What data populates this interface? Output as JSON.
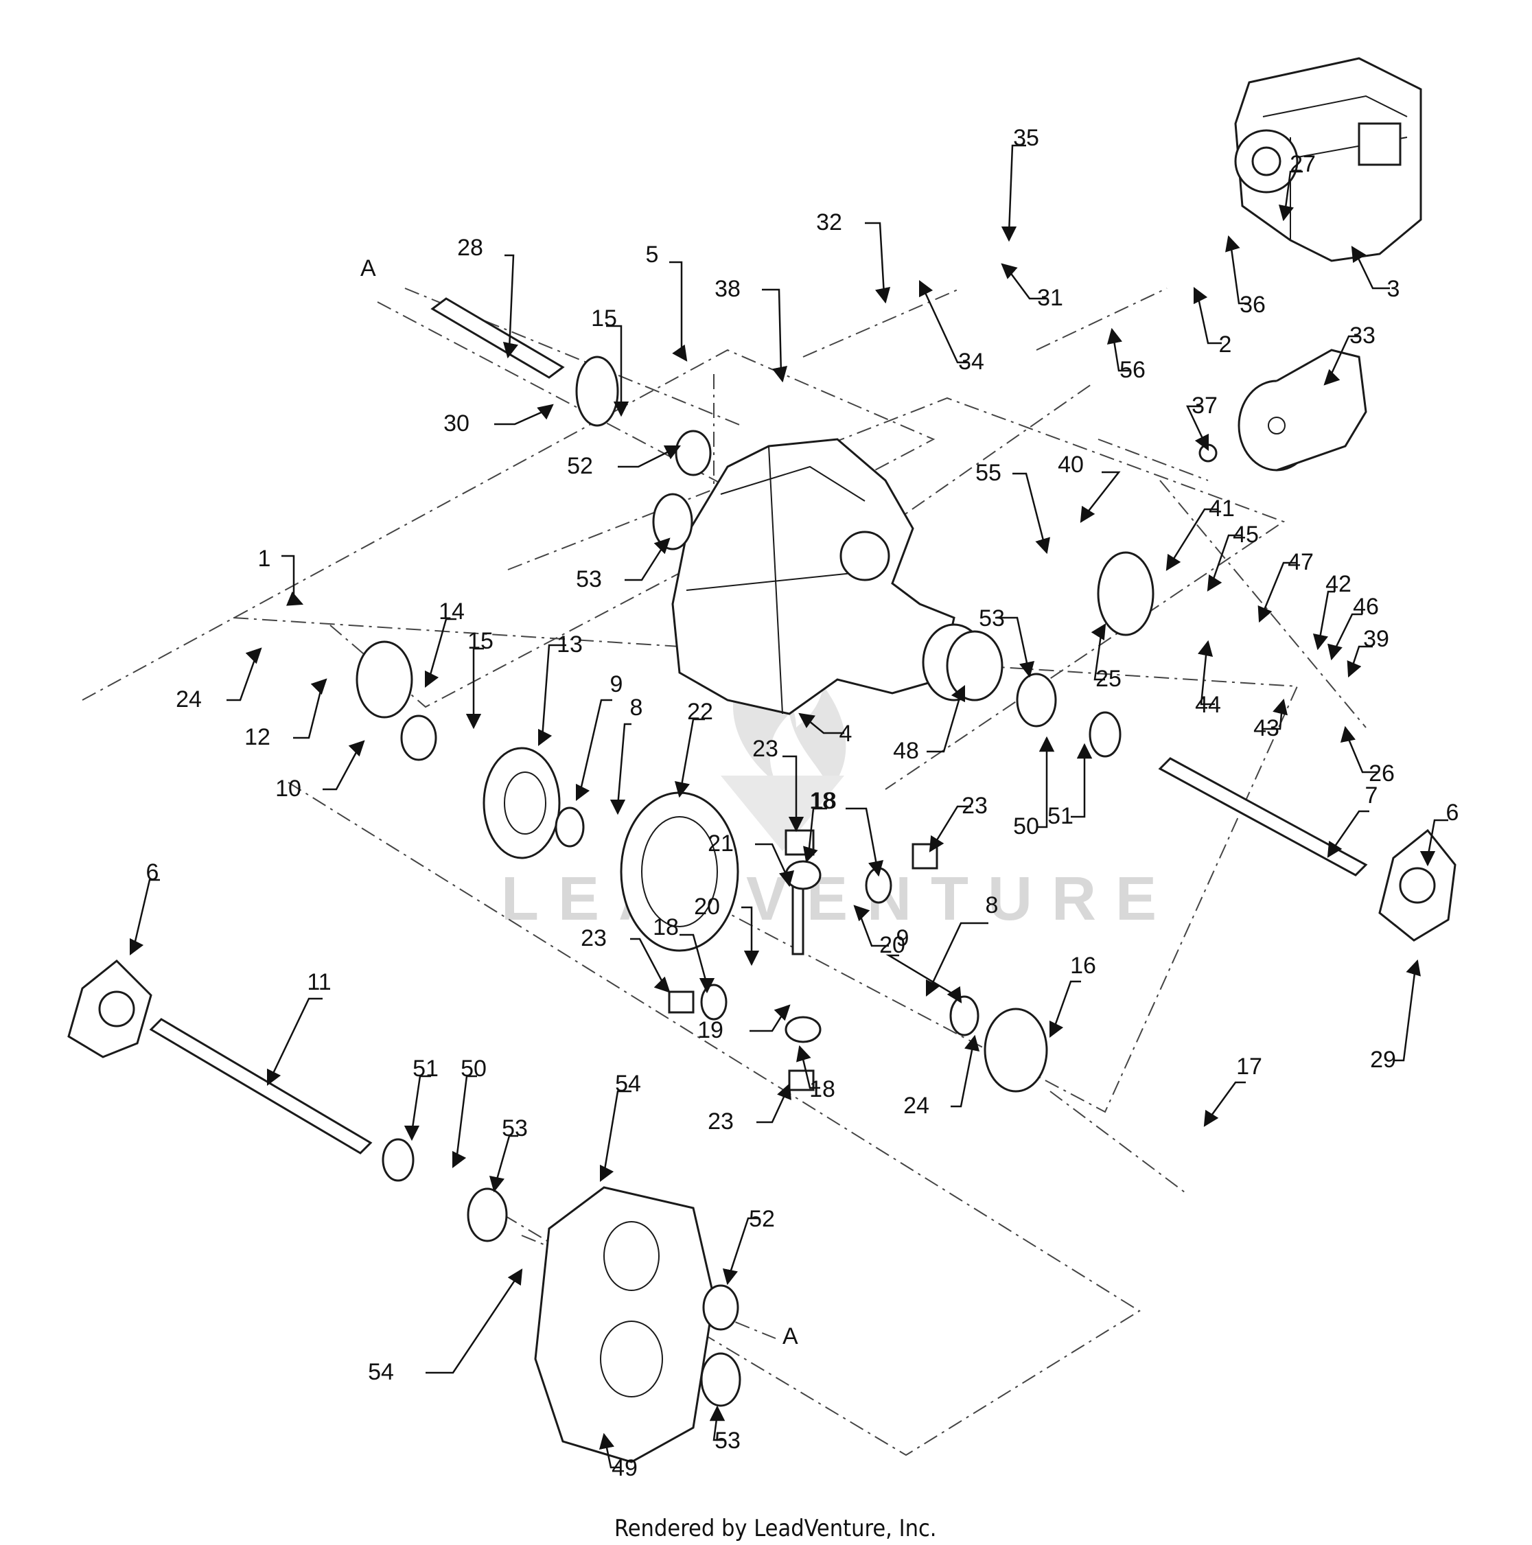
{
  "watermark": "LEADVENTURE",
  "footer": "Rendered by LeadVenture, Inc.",
  "view_markers": [
    "A",
    "A"
  ],
  "callouts": [
    "1",
    "2",
    "3",
    "4",
    "5",
    "6",
    "6",
    "7",
    "8",
    "8",
    "9",
    "9",
    "10",
    "11",
    "12",
    "13",
    "14",
    "15",
    "15",
    "16",
    "17",
    "18",
    "18",
    "18",
    "18",
    "19",
    "20",
    "20",
    "21",
    "22",
    "23",
    "23",
    "23",
    "23",
    "24",
    "24",
    "25",
    "26",
    "27",
    "28",
    "29",
    "30",
    "31",
    "32",
    "33",
    "34",
    "35",
    "36",
    "37",
    "38",
    "39",
    "40",
    "41",
    "42",
    "43",
    "44",
    "45",
    "46",
    "47",
    "48",
    "49",
    "50",
    "50",
    "51",
    "51",
    "52",
    "52",
    "53",
    "53",
    "53",
    "53",
    "54",
    "54",
    "55",
    "56"
  ]
}
